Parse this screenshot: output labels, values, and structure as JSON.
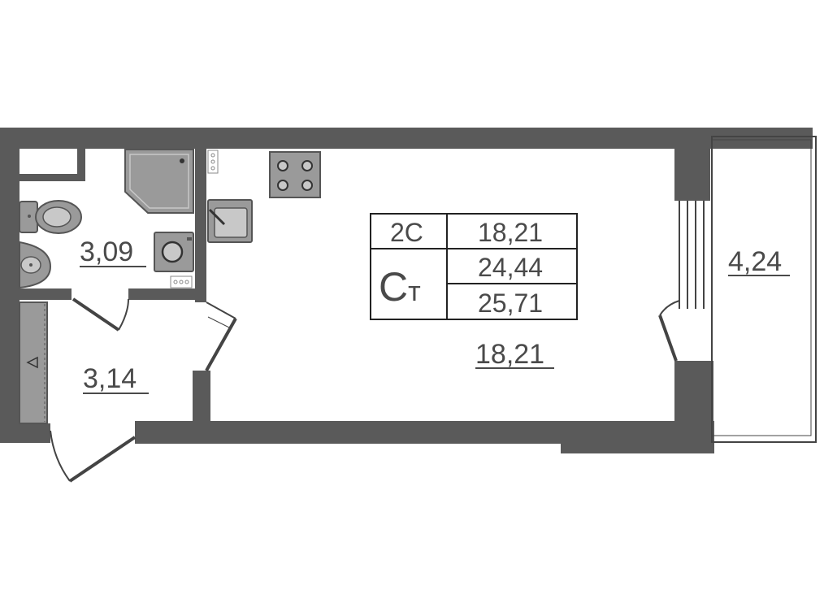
{
  "colors": {
    "wall": "#5a5a5a",
    "fixture_fill": "#9a9a9a",
    "fixture_stroke": "#555555",
    "text": "#4a4a4a",
    "line": "#444444"
  },
  "rooms": {
    "bathroom": {
      "area": "3,09"
    },
    "hallway": {
      "area": "3,14"
    },
    "living": {
      "area": "18,21"
    },
    "balcony": {
      "area": "4,24"
    }
  },
  "info_table": {
    "rooms_code": "2С",
    "type_main": "С",
    "type_sub": "т",
    "living_area": "18,21",
    "total_area": "24,44",
    "total_with_balcony": "25,71"
  },
  "icons": {
    "toilet": "toilet-icon",
    "sink": "sink-icon",
    "shower": "shower-cabin-icon",
    "washer": "washing-machine-icon",
    "stove": "stove-icon",
    "kitchen_sink": "kitchen-sink-icon",
    "wardrobe": "wardrobe-icon"
  }
}
